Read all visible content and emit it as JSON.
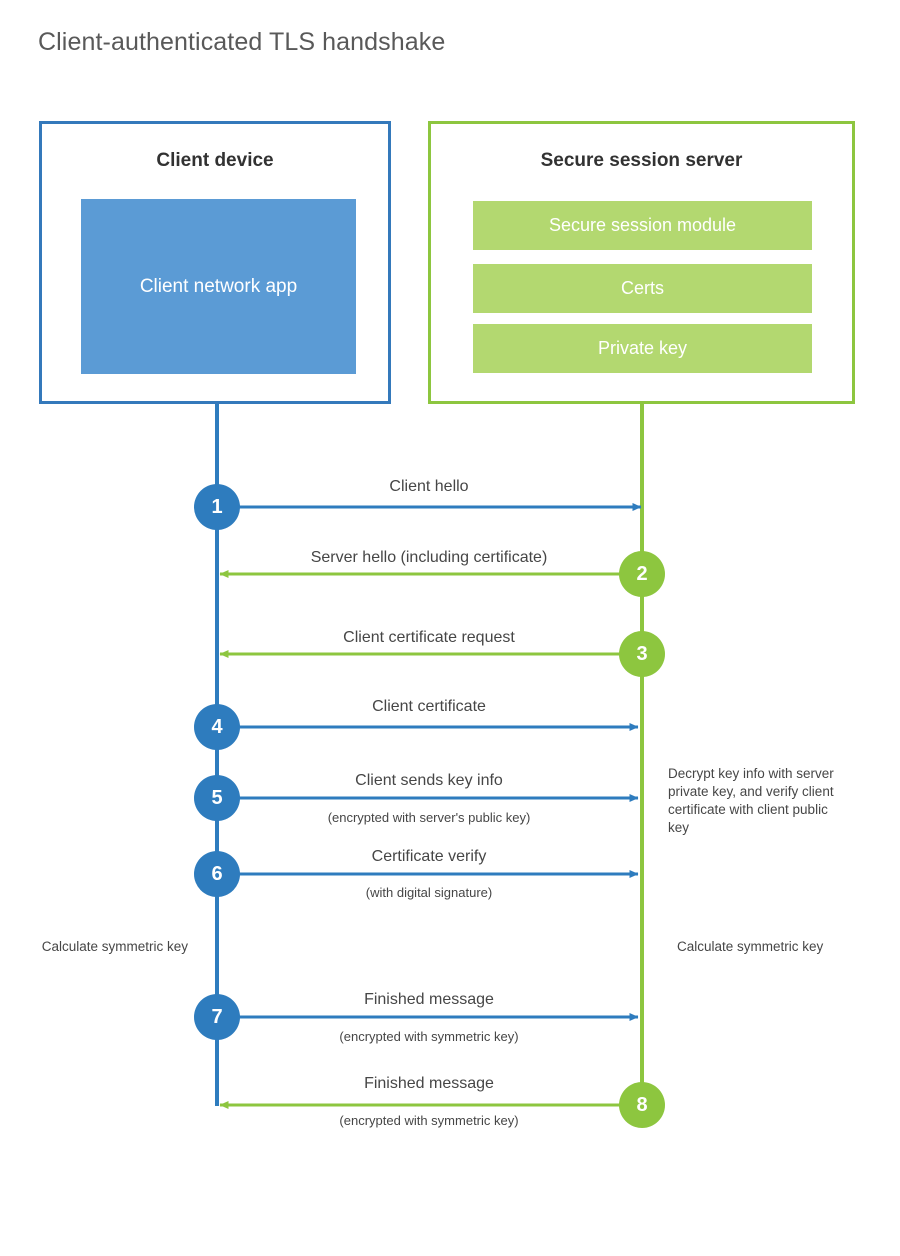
{
  "title": "Client-authenticated TLS handshake",
  "colors": {
    "client_blue": "#2E7CBE",
    "client_box_border": "#3479BB",
    "client_app_fill": "#5B9BD5",
    "server_green": "#8DC63F",
    "server_bar_fill": "#B3D870",
    "text": "#464646",
    "title_text": "#595959",
    "background": "#ffffff"
  },
  "nodes": {
    "client": {
      "title": "Client device",
      "app_label": "Client network app"
    },
    "server": {
      "title": "Secure session server",
      "bars": [
        {
          "label": "Secure session module"
        },
        {
          "label": "Certs"
        },
        {
          "label": "Private key"
        }
      ]
    }
  },
  "steps": [
    {
      "num": "1",
      "label": "Client hello",
      "sub": "",
      "direction": "client-to-server",
      "color": "blue"
    },
    {
      "num": "2",
      "label": "Server hello (including certificate)",
      "sub": "",
      "direction": "server-to-client",
      "color": "green"
    },
    {
      "num": "3",
      "label": "Client certificate request",
      "sub": "",
      "direction": "server-to-client",
      "color": "green"
    },
    {
      "num": "4",
      "label": "Client certificate",
      "sub": "",
      "direction": "client-to-server",
      "color": "blue"
    },
    {
      "num": "5",
      "label": "Client sends key info",
      "sub": "(encrypted with server's public key)",
      "direction": "client-to-server",
      "color": "blue"
    },
    {
      "num": "6",
      "label": "Certificate verify",
      "sub": "(with digital signature)",
      "direction": "client-to-server",
      "color": "blue"
    },
    {
      "num": "7",
      "label": "Finished message",
      "sub": "(encrypted with symmetric key)",
      "direction": "client-to-server",
      "color": "blue"
    },
    {
      "num": "8",
      "label": "Finished message",
      "sub": "(encrypted with symmetric key)",
      "direction": "server-to-client",
      "color": "green"
    }
  ],
  "annotations": {
    "server_decrypt": "Decrypt key info with server private key, and verify client certificate with client public key",
    "client_calculate": "Calculate symmetric key",
    "server_calculate": "Calculate symmetric key"
  }
}
